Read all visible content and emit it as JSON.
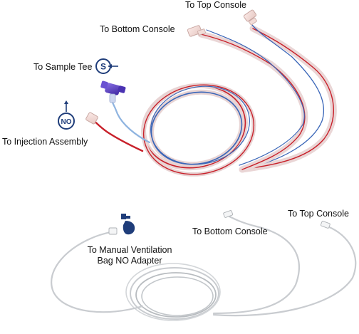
{
  "top_assembly": {
    "labels": {
      "top_console": "To Top Console",
      "bottom_console": "To Bottom Console",
      "sample_tee": "To Sample Tee",
      "injection_assembly": "To Injection Assembly"
    },
    "icons": {
      "sample_tee_symbol": "S",
      "no_symbol": "NO"
    },
    "colors": {
      "red_stripe": "#c8202a",
      "blue_stripe": "#3a66b8",
      "icon_navy": "#1f3d7a",
      "valve_purple": "#5a3fc0"
    }
  },
  "bottom_assembly": {
    "labels": {
      "top_console": "To Top Console",
      "bottom_console": "To Bottom Console",
      "manual_bag_line1": "To Manual Ventilation",
      "manual_bag_line2": "Bag NO Adapter"
    },
    "colors": {
      "tube_gray": "#b8bcc0",
      "adapter_navy": "#1f3d7a"
    }
  }
}
